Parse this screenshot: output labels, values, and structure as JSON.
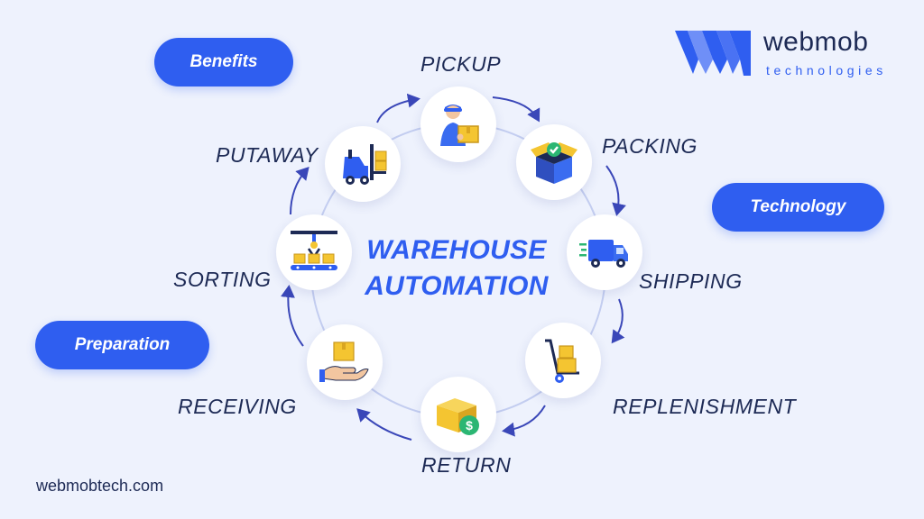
{
  "brand": {
    "name": "webmob",
    "subtitle": "technologies",
    "website": "webmobtech.com"
  },
  "tags": {
    "benefits": "Benefits",
    "technology": "Technology",
    "preparation": "Preparation"
  },
  "title": {
    "line1": "WAREHOUSE",
    "line2": "AUTOMATION"
  },
  "stages": {
    "pickup": "PICKUP",
    "packing": "PACKING",
    "shipping": "SHIPPING",
    "replenishment": "REPLENISHMENT",
    "return": "RETURN",
    "receiving": "RECEIVING",
    "sorting": "SORTING",
    "putaway": "PUTAWAY"
  },
  "icons": {
    "pickup": "delivery-person-with-box-icon",
    "packing": "open-box-with-check-icon",
    "shipping": "delivery-truck-icon",
    "replenishment": "hand-truck-with-boxes-icon",
    "return": "box-with-refund-coin-icon",
    "receiving": "hand-holding-box-icon",
    "sorting": "robotic-arm-conveyor-icon",
    "putaway": "forklift-with-boxes-icon"
  },
  "colors": {
    "accent": "#2f5ef0",
    "dark": "#1d2a55",
    "background": "#eef2fd",
    "box": "#f4c531",
    "ring": "#b9c6f2"
  }
}
